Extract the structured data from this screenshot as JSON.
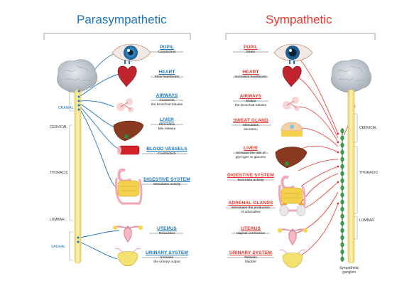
{
  "colors": {
    "parasympathetic": "#1b75bc",
    "sympathetic": "#e8342b",
    "spine": "#f5e79a",
    "brain": "#c9cfd6",
    "text": "#222222"
  },
  "parasympathetic": {
    "title": "Parasympathetic",
    "segments": {
      "cranial": "CRANIAL",
      "cervical": "CERVICAL",
      "thoracic": "THORACIC",
      "lumbar": "LUMBAR",
      "sacral": "SACRAL"
    },
    "organs": [
      {
        "icon": "eye-icon",
        "name": "PUPIL",
        "desc": "Constriction"
      },
      {
        "icon": "heart-icon",
        "name": "HEART",
        "desc": "Slow heartbeatn"
      },
      {
        "icon": "lungs-icon",
        "name": "AIRWAYS",
        "desc": "Constricts\nthe bronchial tubules"
      },
      {
        "icon": "liver-icon",
        "name": "LIVER",
        "desc": "Stimulates\nbile release"
      },
      {
        "icon": "blood-vessel-icon",
        "name": "BLOOD VESSELS",
        "desc": "Constriction"
      },
      {
        "icon": "digestive-system-icon",
        "name": "DIGESTIVE SYSTEM",
        "desc": "Stimulates activity"
      },
      {
        "icon": "uterus-icon",
        "name": "UTERUS",
        "desc": "Relaxation"
      },
      {
        "icon": "bladder-icon",
        "name": "URINARY SYSTEM",
        "desc": "Increase\nthe urinary output"
      }
    ]
  },
  "sympathetic": {
    "title": "Sympathetic",
    "segments": {
      "cervical": "CERVICAL",
      "thoracic": "THORACIC",
      "lumbar": "LUMBAR"
    },
    "ganglion": "Sympathetic\nganglion",
    "organs": [
      {
        "icon": "eye-icon",
        "name": "PUPIL",
        "desc": "Dilate"
      },
      {
        "icon": "heart-icon",
        "name": "HEART",
        "desc": "Increases heartbeatn"
      },
      {
        "icon": "lungs-icon",
        "name": "AIRWAYS",
        "desc": "Dilates\nthe bronchial tubules"
      },
      {
        "icon": "sweat-gland-icon",
        "name": "SWEAT GLAND",
        "desc": "Stimulates\nsecretion"
      },
      {
        "icon": "liver-icon",
        "name": "LIVER",
        "desc": "Increase the rate of\nglycogen to glucose"
      },
      {
        "icon": "digestive-system-icon",
        "name": "DIGESTIVE SYSTEM",
        "desc": "Decrease activity"
      },
      {
        "icon": "adrenal-glands-icon",
        "name": "ADRENAL GLANDS",
        "desc": "Stimulates the production\nof adrenaline"
      },
      {
        "icon": "uterus-icon",
        "name": "UTERUS",
        "desc": "Vaginal contraction"
      },
      {
        "icon": "bladder-icon",
        "name": "URINARY SYSTEM",
        "desc": "Relaxes\nbladder"
      }
    ]
  }
}
